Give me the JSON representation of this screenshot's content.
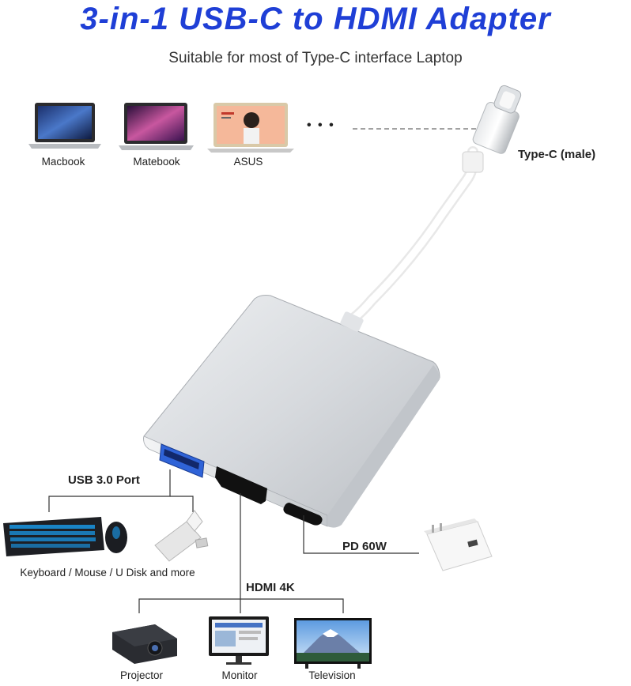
{
  "header": {
    "title": "3-in-1 USB-C to HDMI Adapter",
    "subtitle": "Suitable for most of Type-C interface Laptop"
  },
  "laptops": [
    {
      "label": "Macbook"
    },
    {
      "label": "Matebook"
    },
    {
      "label": "ASUS"
    }
  ],
  "ellipsis": "• • •",
  "connector": {
    "label": "Type-C (male)"
  },
  "ports": {
    "usb": {
      "label": "USB 3.0 Port",
      "devices_label": "Keyboard / Mouse / U Disk and more"
    },
    "hdmi": {
      "label": "HDMI 4K"
    },
    "pd": {
      "label": "PD 60W"
    }
  },
  "displays": [
    {
      "label": "Projector"
    },
    {
      "label": "Monitor"
    },
    {
      "label": "Television"
    }
  ],
  "colors": {
    "title": "#1f3fd6",
    "aluminum": "#d9dce0",
    "usb_blue": "#2f63d8"
  }
}
